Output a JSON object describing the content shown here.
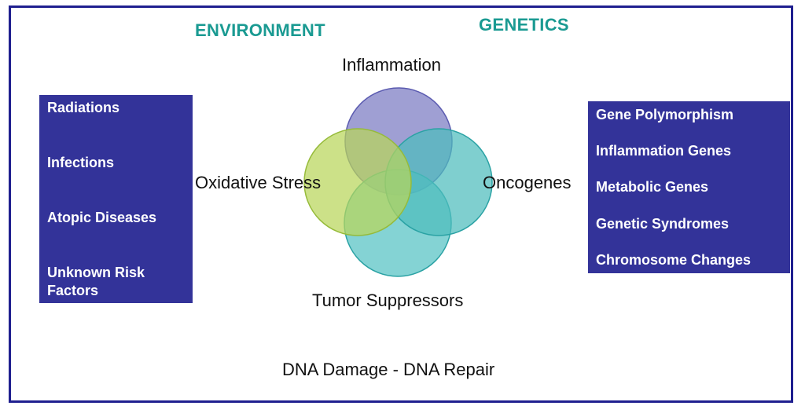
{
  "headings": {
    "environment": "ENVIRONMENT",
    "genetics": "GENETICS"
  },
  "environment_factors": [
    "Radiations",
    "Infections",
    "Atopic Diseases",
    "Unknown Risk Factors"
  ],
  "genetic_factors": [
    "Gene Polymorphism",
    "Inflammation Genes",
    "Metabolic Genes",
    "Genetic Syndromes",
    "Chromosome Changes"
  ],
  "venn": {
    "top": "Inflammation",
    "left": "Oxidative Stress",
    "right": "Oncogenes",
    "bottom": "Tumor Suppressors"
  },
  "footer": "DNA Damage - DNA Repair",
  "colors": {
    "frame": "#1f1f8f",
    "box": "#333399",
    "heading": "#1a9a92",
    "circle_top": "#7f7fc4",
    "circle_left": "#b8d65a",
    "circle_right": "#4dbcbc",
    "circle_bottom": "#55c2c4"
  }
}
